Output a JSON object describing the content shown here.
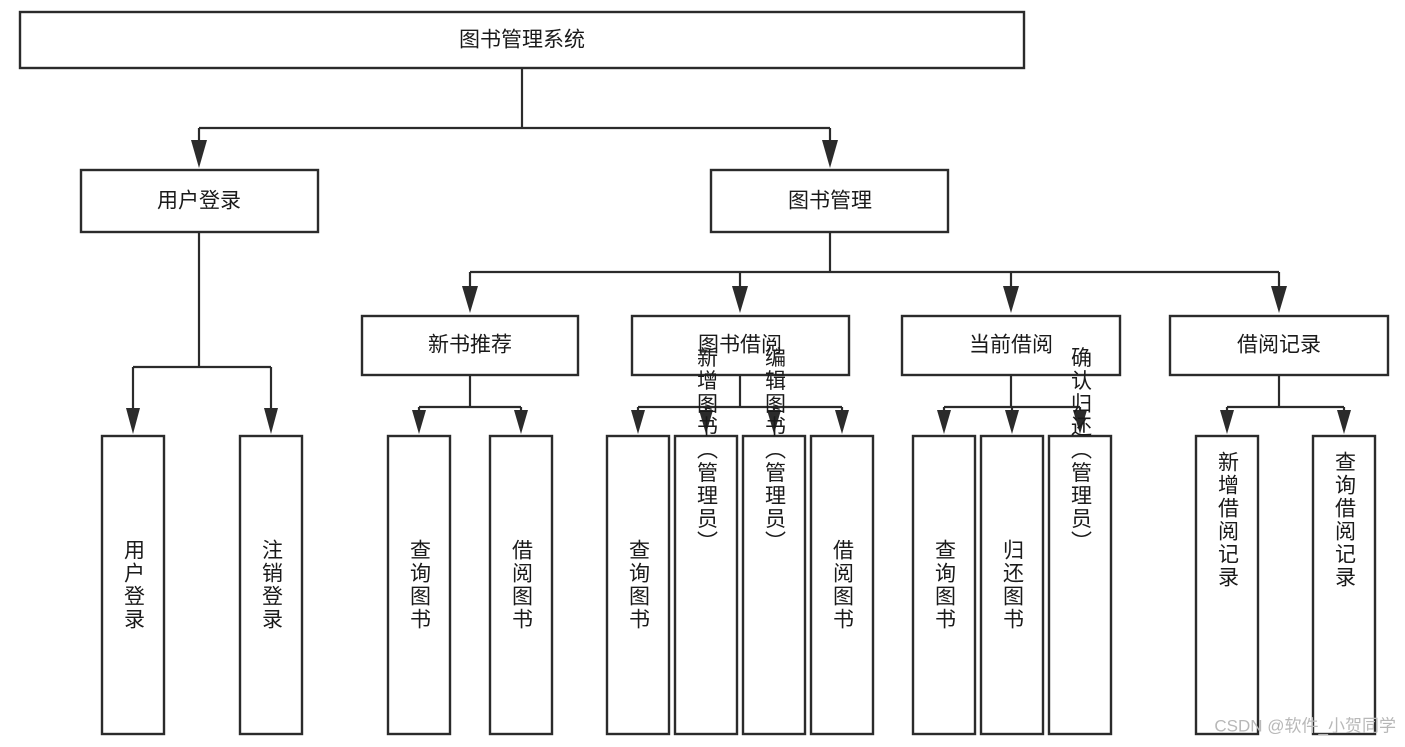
{
  "diagram": {
    "type": "hierarchy-tree",
    "title": "图书管理系统",
    "root": {
      "id": "root",
      "label": "图书管理系统"
    },
    "level2": [
      {
        "id": "user-login",
        "label": "用户登录"
      },
      {
        "id": "book-management",
        "label": "图书管理"
      }
    ],
    "level3": [
      {
        "id": "new-book-recommend",
        "label": "新书推荐",
        "parent": "book-management"
      },
      {
        "id": "book-borrow",
        "label": "图书借阅",
        "parent": "book-management"
      },
      {
        "id": "current-borrow",
        "label": "当前借阅",
        "parent": "book-management"
      },
      {
        "id": "borrow-record",
        "label": "借阅记录",
        "parent": "book-management"
      }
    ],
    "leaves": [
      {
        "id": "leaf-user-login",
        "label": "用户登录",
        "parent": "user-login"
      },
      {
        "id": "leaf-logout-login",
        "label": "注销登录",
        "parent": "user-login"
      },
      {
        "id": "leaf-query-book-1",
        "label": "查询图书",
        "parent": "new-book-recommend"
      },
      {
        "id": "leaf-borrow-book-1",
        "label": "借阅图书",
        "parent": "new-book-recommend"
      },
      {
        "id": "leaf-query-book-2",
        "label": "查询图书",
        "parent": "book-borrow"
      },
      {
        "id": "leaf-add-book",
        "label": "新增图书（管理员）",
        "parent": "book-borrow"
      },
      {
        "id": "leaf-edit-book",
        "label": "编辑图书（管理员）",
        "parent": "book-borrow"
      },
      {
        "id": "leaf-borrow-book-2",
        "label": "借阅图书",
        "parent": "book-borrow"
      },
      {
        "id": "leaf-query-book-3",
        "label": "查询图书",
        "parent": "current-borrow"
      },
      {
        "id": "leaf-return-book",
        "label": "归还图书",
        "parent": "current-borrow"
      },
      {
        "id": "leaf-confirm-return",
        "label": "确认归还（管理员）",
        "parent": "current-borrow"
      },
      {
        "id": "leaf-add-borrow-record",
        "label": "新增借阅记录",
        "parent": "borrow-record"
      },
      {
        "id": "leaf-query-borrow-record",
        "label": "查询借阅记录",
        "parent": "borrow-record"
      }
    ],
    "colors": {
      "box_stroke": "#2b2b2b",
      "box_fill": "#ffffff",
      "connector": "#2b2b2b",
      "text": "#1a1a1a",
      "watermark": "#b8b8b8",
      "background": "#ffffff"
    }
  },
  "watermark": {
    "text": "CSDN @软件_小贺同学"
  }
}
